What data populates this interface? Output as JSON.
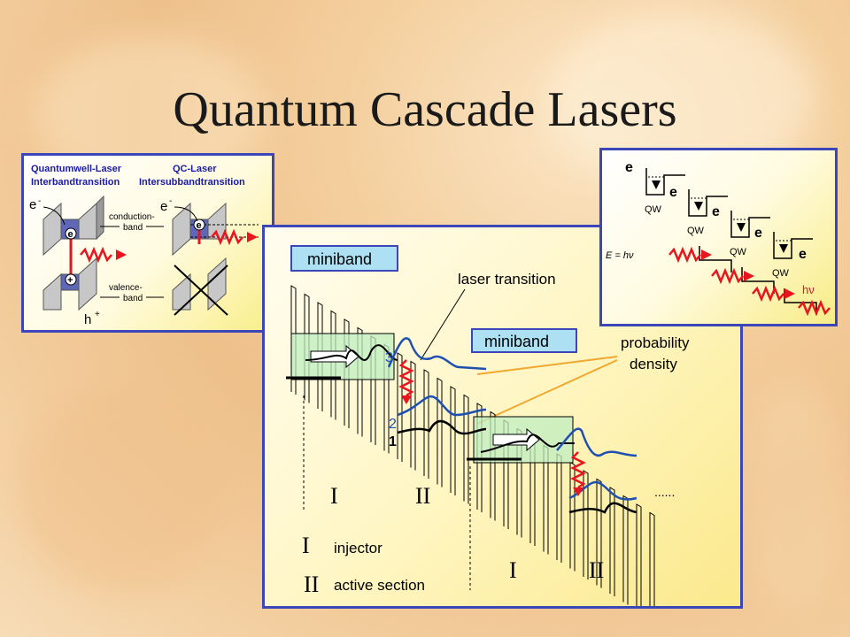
{
  "slide": {
    "title": "Quantum Cascade Lasers",
    "colors": {
      "panel_border": "#3b47b8",
      "miniband_fill": "#aee0f4",
      "red": "#e8141e",
      "blue": "#1f4fb0",
      "green_box": "#bfeec0"
    }
  },
  "left_panel": {
    "heading_left_1": "Quantumwell-Laser",
    "heading_left_2": "Interbandtransition",
    "heading_right_1": "QC-Laser",
    "heading_right_2": "Intersubbandtransition",
    "electron_left": "e",
    "electron_right": "e",
    "charge_minus": "-",
    "conduction_1": "conduction-",
    "conduction_2": "band",
    "valence_1": "valence-",
    "valence_2": "band",
    "hole": "h",
    "charge_plus": "+",
    "electron_symbol": "e",
    "hole_symbol": "+"
  },
  "main_panel": {
    "miniband_1": "miniband",
    "miniband_2": "miniband",
    "laser_transition": "laser transition",
    "probability_1": "probability",
    "probability_2": "density",
    "level_3": "3",
    "level_2": "2",
    "level_1": "1",
    "dots": "......",
    "legend_injector_symbol": "I",
    "legend_active_symbol": "II",
    "legend_injector": "injector",
    "legend_active": "active section",
    "section_I_1": "I",
    "section_II_1": "II",
    "section_I_2": "I",
    "section_II_2": "II"
  },
  "right_panel": {
    "e_1": "e",
    "e_2": "e",
    "e_3": "e",
    "e_4": "e",
    "e_5": "e",
    "qw_1": "QW",
    "qw_2": "QW",
    "qw_3": "QW",
    "qw_4": "QW",
    "energy_label": "E = hν",
    "hv_label": "hν"
  }
}
